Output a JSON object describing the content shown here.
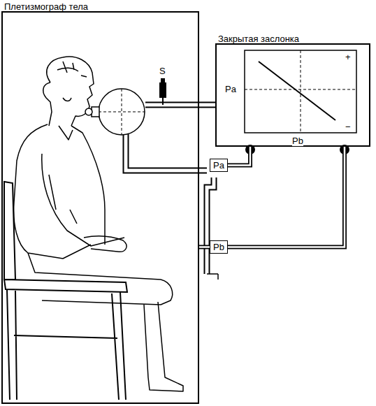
{
  "diagram": {
    "nodes": [
      {
        "text": [
          "Плетизмограф тела"
        ]
      },
      {
        "text": [
          "Закрытая заслонка"
        ]
      },
      {
        "text": [
          "Pa"
        ]
      },
      {
        "text": [
          "Pb"
        ]
      }
    ],
    "edges": [
      {
        "from": 2,
        "to": 1,
        "arrow": "none"
      },
      {
        "from": 3,
        "to": 1,
        "arrow": "none"
      },
      {
        "from": 3,
        "to": 0,
        "arrow": "none"
      }
    ],
    "labels": [
      "S",
      "Pa",
      "+",
      "−",
      "Pb"
    ]
  }
}
